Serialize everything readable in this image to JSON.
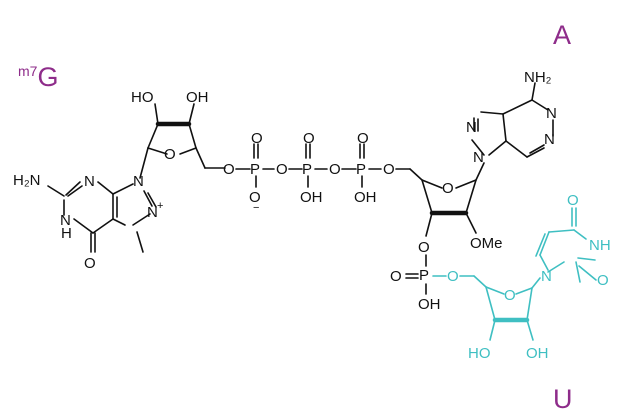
{
  "labels": {
    "m7g_prefix": "m7",
    "m7g_base": "G",
    "adenosine": "A",
    "uridine": "U"
  },
  "colors": {
    "label": "#8e2c8a",
    "uridine": "#3fbfc2",
    "bonds": "#111111"
  },
  "atoms": {
    "ho": "HO",
    "oh": "OH",
    "o": "O",
    "p": "P",
    "n": "N",
    "nh": "NH",
    "h2n": "H₂N",
    "nh2": "NH₂",
    "ome": "OMe",
    "plus": "+",
    "minus": "−"
  }
}
